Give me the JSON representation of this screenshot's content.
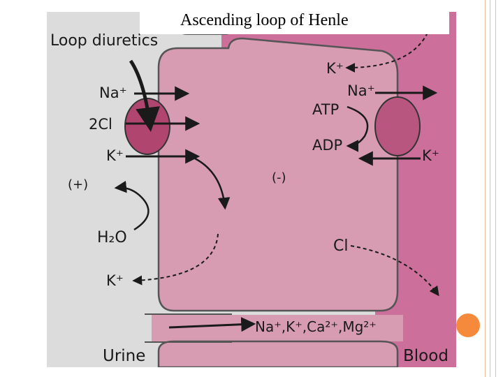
{
  "slide": {
    "title": "Ascending loop of Henle",
    "accent_color": "#f58a3c",
    "border_color": "#f2b8a6"
  },
  "diagram": {
    "colors": {
      "lumen": "#dcdcdc",
      "cell": "#d79cb2",
      "blood": "#cc6f9b",
      "transporter": "#b0466f",
      "pump": "#b85680"
    },
    "labels": {
      "loop_diuretics": "Loop diuretics",
      "na_lumen": "Na⁺",
      "cl_lumen": "2Cl",
      "k_lumen": "K⁺",
      "plus": "(+)",
      "minus": "(-)",
      "h2o": "H₂O",
      "k_back": "K⁺",
      "urine": "Urine",
      "blood": "Blood",
      "k_top": "K⁺",
      "na_pump": "Na⁺",
      "atp": "ATP",
      "adp": "ADP",
      "k_pump": "K⁺",
      "cl_basolateral": "Cl",
      "paracellular_cations": "Na⁺,K⁺,Ca²⁺,Mg²⁺"
    }
  }
}
